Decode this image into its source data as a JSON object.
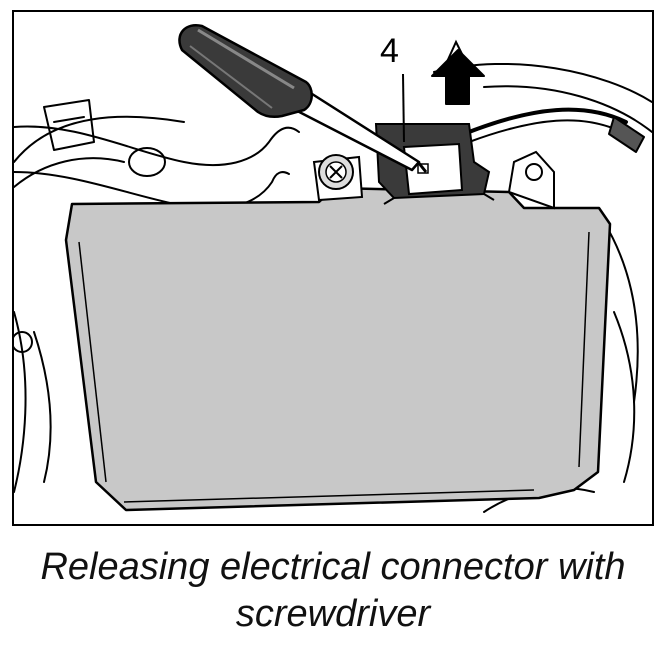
{
  "figure": {
    "callout_number": "4",
    "arrow_direction": "up",
    "stroke_color": "#000000",
    "housing_fill": "#c8c8c8",
    "background_fill": "#ffffff"
  },
  "caption": {
    "line1": "Releasing electrical connector with",
    "line2": "screwdriver"
  }
}
